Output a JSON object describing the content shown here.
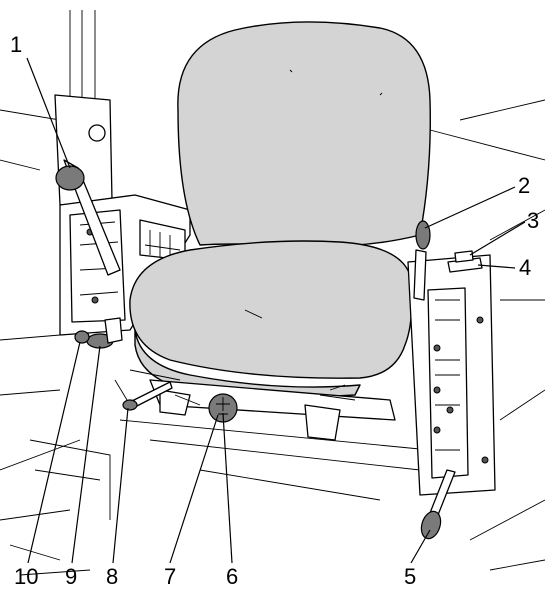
{
  "callouts": [
    {
      "id": "1",
      "label": "1"
    },
    {
      "id": "2",
      "label": "2"
    },
    {
      "id": "3",
      "label": "3"
    },
    {
      "id": "4",
      "label": "4"
    },
    {
      "id": "5",
      "label": "5"
    },
    {
      "id": "6",
      "label": "6"
    },
    {
      "id": "7",
      "label": "7"
    },
    {
      "id": "8",
      "label": "8"
    },
    {
      "id": "9",
      "label": "9"
    },
    {
      "id": "10",
      "label": "10"
    }
  ],
  "colors": {
    "cushion": "#d4d4d4",
    "knob": "#7a7a7a",
    "line": "#000000"
  }
}
